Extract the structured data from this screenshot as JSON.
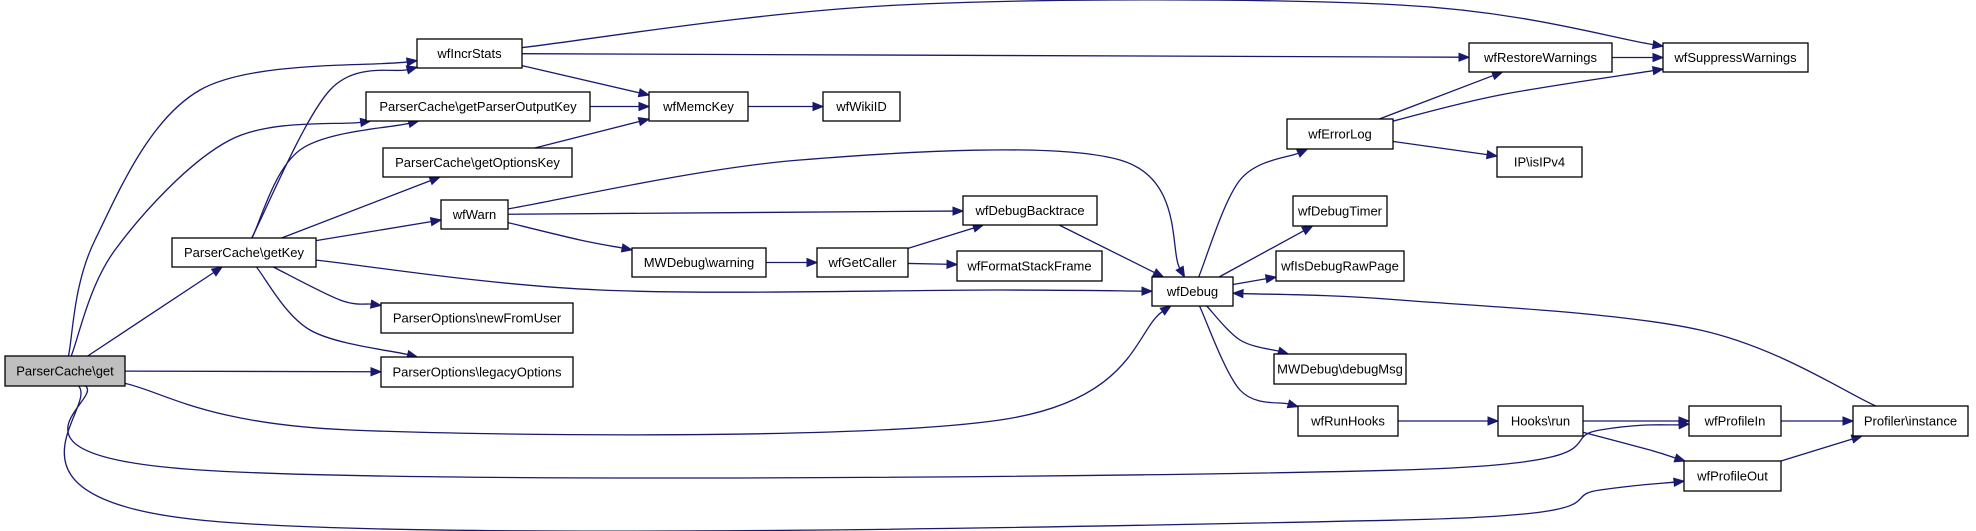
{
  "graph": {
    "colors": {
      "edge": "#191970",
      "node_fill": "#ffffff",
      "root_fill": "#bfbfbf",
      "node_border": "#000000"
    },
    "nodes": {
      "get": "ParserCache\\get",
      "getKey": "ParserCache\\getKey",
      "wfIncrStats": "wfIncrStats",
      "getParserOutputKey": "ParserCache\\getParserOutputKey",
      "getOptionsKey": "ParserCache\\getOptionsKey",
      "wfWarn": "wfWarn",
      "newFromUser": "ParserOptions\\newFromUser",
      "legacyOptions": "ParserOptions\\legacyOptions",
      "wfMemcKey": "wfMemcKey",
      "wfWikiID": "wfWikiID",
      "MWDebugWarning": "MWDebug\\warning",
      "wfGetCaller": "wfGetCaller",
      "wfDebugBacktrace": "wfDebugBacktrace",
      "wfFormatStackFrame": "wfFormatStackFrame",
      "wfDebug": "wfDebug",
      "wfRestoreWarnings": "wfRestoreWarnings",
      "wfSuppressWarnings": "wfSuppressWarnings",
      "wfErrorLog": "wfErrorLog",
      "isIPv4": "IP\\isIPv4",
      "wfDebugTimer": "wfDebugTimer",
      "wfIsDebugRawPage": "wfIsDebugRawPage",
      "debugMsg": "MWDebug\\debugMsg",
      "wfRunHooks": "wfRunHooks",
      "hooksRun": "Hooks\\run",
      "wfProfileIn": "wfProfileIn",
      "wfProfileOut": "wfProfileOut",
      "profilerInstance": "Profiler\\instance"
    },
    "edges": [
      [
        "get",
        "wfIncrStats"
      ],
      [
        "get",
        "getParserOutputKey"
      ],
      [
        "get",
        "getKey"
      ],
      [
        "get",
        "legacyOptions"
      ],
      [
        "get",
        "wfDebug"
      ],
      [
        "get",
        "wfProfileIn"
      ],
      [
        "get",
        "wfProfileOut"
      ],
      [
        "getKey",
        "wfIncrStats"
      ],
      [
        "getKey",
        "getParserOutputKey"
      ],
      [
        "getKey",
        "getOptionsKey"
      ],
      [
        "getKey",
        "wfWarn"
      ],
      [
        "getKey",
        "wfDebug"
      ],
      [
        "getKey",
        "newFromUser"
      ],
      [
        "getKey",
        "legacyOptions"
      ],
      [
        "wfIncrStats",
        "wfMemcKey"
      ],
      [
        "wfIncrStats",
        "wfRestoreWarnings"
      ],
      [
        "wfIncrStats",
        "wfSuppressWarnings"
      ],
      [
        "getParserOutputKey",
        "wfMemcKey"
      ],
      [
        "getOptionsKey",
        "wfMemcKey"
      ],
      [
        "wfMemcKey",
        "wfWikiID"
      ],
      [
        "wfWarn",
        "wfDebug"
      ],
      [
        "wfWarn",
        "wfDebugBacktrace"
      ],
      [
        "wfWarn",
        "MWDebugWarning"
      ],
      [
        "MWDebugWarning",
        "wfGetCaller"
      ],
      [
        "wfGetCaller",
        "wfDebugBacktrace"
      ],
      [
        "wfGetCaller",
        "wfFormatStackFrame"
      ],
      [
        "wfDebugBacktrace",
        "wfDebug"
      ],
      [
        "wfDebug",
        "wfErrorLog"
      ],
      [
        "wfDebug",
        "wfDebugTimer"
      ],
      [
        "wfDebug",
        "wfIsDebugRawPage"
      ],
      [
        "wfDebug",
        "debugMsg"
      ],
      [
        "wfDebug",
        "wfRunHooks"
      ],
      [
        "wfErrorLog",
        "wfRestoreWarnings"
      ],
      [
        "wfErrorLog",
        "wfSuppressWarnings"
      ],
      [
        "wfErrorLog",
        "isIPv4"
      ],
      [
        "wfRestoreWarnings",
        "wfSuppressWarnings"
      ],
      [
        "wfRunHooks",
        "hooksRun"
      ],
      [
        "hooksRun",
        "wfProfileIn"
      ],
      [
        "hooksRun",
        "wfProfileOut"
      ],
      [
        "wfProfileIn",
        "profilerInstance"
      ],
      [
        "wfProfileOut",
        "profilerInstance"
      ],
      [
        "profilerInstance",
        "wfDebug"
      ]
    ]
  }
}
